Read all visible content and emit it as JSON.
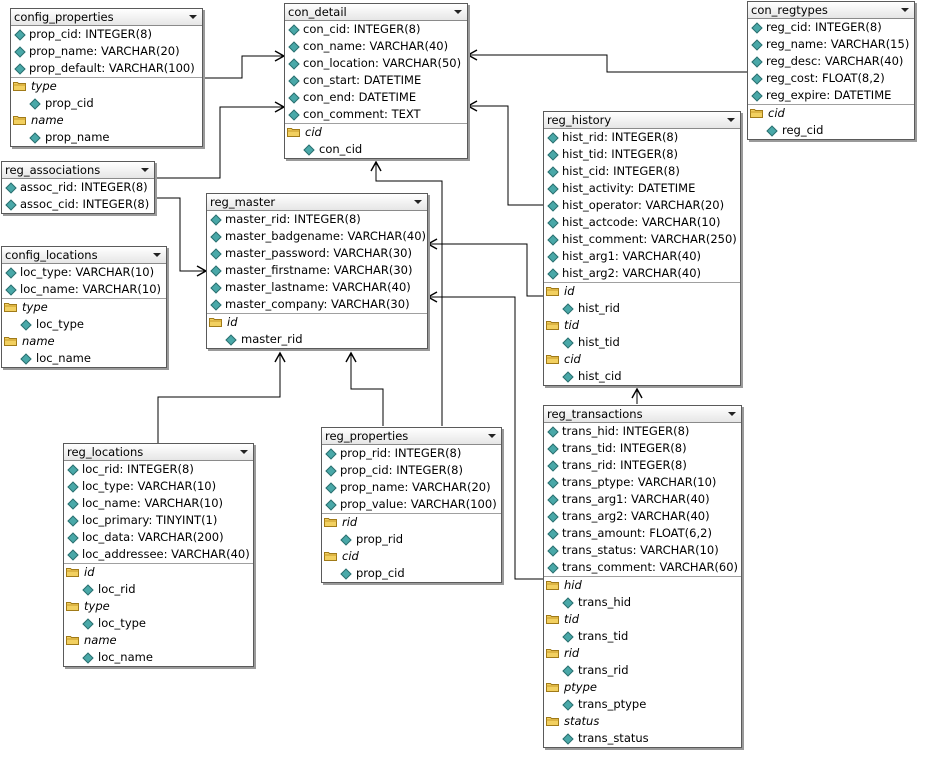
{
  "tables": [
    {
      "name": "config_properties",
      "columns": [
        "prop_cid: INTEGER(8)",
        "prop_name: VARCHAR(20)",
        "prop_default: VARCHAR(100)"
      ],
      "indexes": [
        {
          "name": "type",
          "cols": [
            "prop_cid"
          ]
        },
        {
          "name": "name",
          "cols": [
            "prop_name"
          ]
        }
      ]
    },
    {
      "name": "con_detail",
      "columns": [
        "con_cid: INTEGER(8)",
        "con_name: VARCHAR(40)",
        "con_location: VARCHAR(50)",
        "con_start: DATETIME",
        "con_end: DATETIME",
        "con_comment: TEXT"
      ],
      "indexes": [
        {
          "name": "cid",
          "cols": [
            "con_cid"
          ]
        }
      ]
    },
    {
      "name": "con_regtypes",
      "columns": [
        "reg_cid: INTEGER(8)",
        "reg_name: VARCHAR(15)",
        "reg_desc: VARCHAR(40)",
        "reg_cost: FLOAT(8,2)",
        "reg_expire: DATETIME"
      ],
      "indexes": [
        {
          "name": "cid",
          "cols": [
            "reg_cid"
          ]
        }
      ]
    },
    {
      "name": "reg_associations",
      "columns": [
        "assoc_rid: INTEGER(8)",
        "assoc_cid: INTEGER(8)"
      ],
      "indexes": []
    },
    {
      "name": "config_locations",
      "columns": [
        "loc_type: VARCHAR(10)",
        "loc_name: VARCHAR(10)"
      ],
      "indexes": [
        {
          "name": "type",
          "cols": [
            "loc_type"
          ]
        },
        {
          "name": "name",
          "cols": [
            "loc_name"
          ]
        }
      ]
    },
    {
      "name": "reg_master",
      "columns": [
        "master_rid: INTEGER(8)",
        "master_badgename: VARCHAR(40)",
        "master_password: VARCHAR(30)",
        "master_firstname: VARCHAR(30)",
        "master_lastname: VARCHAR(40)",
        "master_company: VARCHAR(30)"
      ],
      "indexes": [
        {
          "name": "id",
          "cols": [
            "master_rid"
          ]
        }
      ]
    },
    {
      "name": "reg_history",
      "columns": [
        "hist_rid: INTEGER(8)",
        "hist_tid: INTEGER(8)",
        "hist_cid: INTEGER(8)",
        "hist_activity: DATETIME",
        "hist_operator: VARCHAR(20)",
        "hist_actcode: VARCHAR(10)",
        "hist_comment: VARCHAR(250)",
        "hist_arg1: VARCHAR(40)",
        "hist_arg2: VARCHAR(40)"
      ],
      "indexes": [
        {
          "name": "id",
          "cols": [
            "hist_rid"
          ]
        },
        {
          "name": "tid",
          "cols": [
            "hist_tid"
          ]
        },
        {
          "name": "cid",
          "cols": [
            "hist_cid"
          ]
        }
      ]
    },
    {
      "name": "reg_locations",
      "columns": [
        "loc_rid: INTEGER(8)",
        "loc_type: VARCHAR(10)",
        "loc_name: VARCHAR(10)",
        "loc_primary: TINYINT(1)",
        "loc_data: VARCHAR(200)",
        "loc_addressee: VARCHAR(40)"
      ],
      "indexes": [
        {
          "name": "id",
          "cols": [
            "loc_rid"
          ]
        },
        {
          "name": "type",
          "cols": [
            "loc_type"
          ]
        },
        {
          "name": "name",
          "cols": [
            "loc_name"
          ]
        }
      ]
    },
    {
      "name": "reg_properties",
      "columns": [
        "prop_rid: INTEGER(8)",
        "prop_cid: INTEGER(8)",
        "prop_name: VARCHAR(20)",
        "prop_value: VARCHAR(100)"
      ],
      "indexes": [
        {
          "name": "rid",
          "cols": [
            "prop_rid"
          ]
        },
        {
          "name": "cid",
          "cols": [
            "prop_cid"
          ]
        }
      ]
    },
    {
      "name": "reg_transactions",
      "columns": [
        "trans_hid: INTEGER(8)",
        "trans_tid: INTEGER(8)",
        "trans_rid: INTEGER(8)",
        "trans_ptype: VARCHAR(10)",
        "trans_arg1: VARCHAR(40)",
        "trans_arg2: VARCHAR(40)",
        "trans_amount: FLOAT(6,2)",
        "trans_status: VARCHAR(10)",
        "trans_comment: VARCHAR(60)"
      ],
      "indexes": [
        {
          "name": "hid",
          "cols": [
            "trans_hid"
          ]
        },
        {
          "name": "tid",
          "cols": [
            "trans_tid"
          ]
        },
        {
          "name": "rid",
          "cols": [
            "trans_rid"
          ]
        },
        {
          "name": "ptype",
          "cols": [
            "trans_ptype"
          ]
        },
        {
          "name": "status",
          "cols": [
            "trans_status"
          ]
        }
      ]
    }
  ],
  "colors": {
    "column_icon": "#49a8a8",
    "folder_icon": "#f2d060",
    "line": "#000000"
  }
}
